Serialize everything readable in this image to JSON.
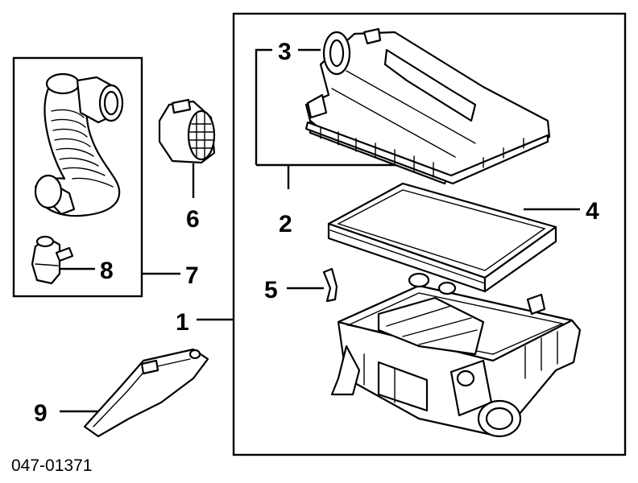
{
  "diagram": {
    "callouts": {
      "c1": "1",
      "c2": "2",
      "c3": "3",
      "c4": "4",
      "c5": "5",
      "c6": "6",
      "c7": "7",
      "c8": "8",
      "c9": "9"
    },
    "caption": "047-01371",
    "line_color": "#000000",
    "background": "#ffffff"
  }
}
